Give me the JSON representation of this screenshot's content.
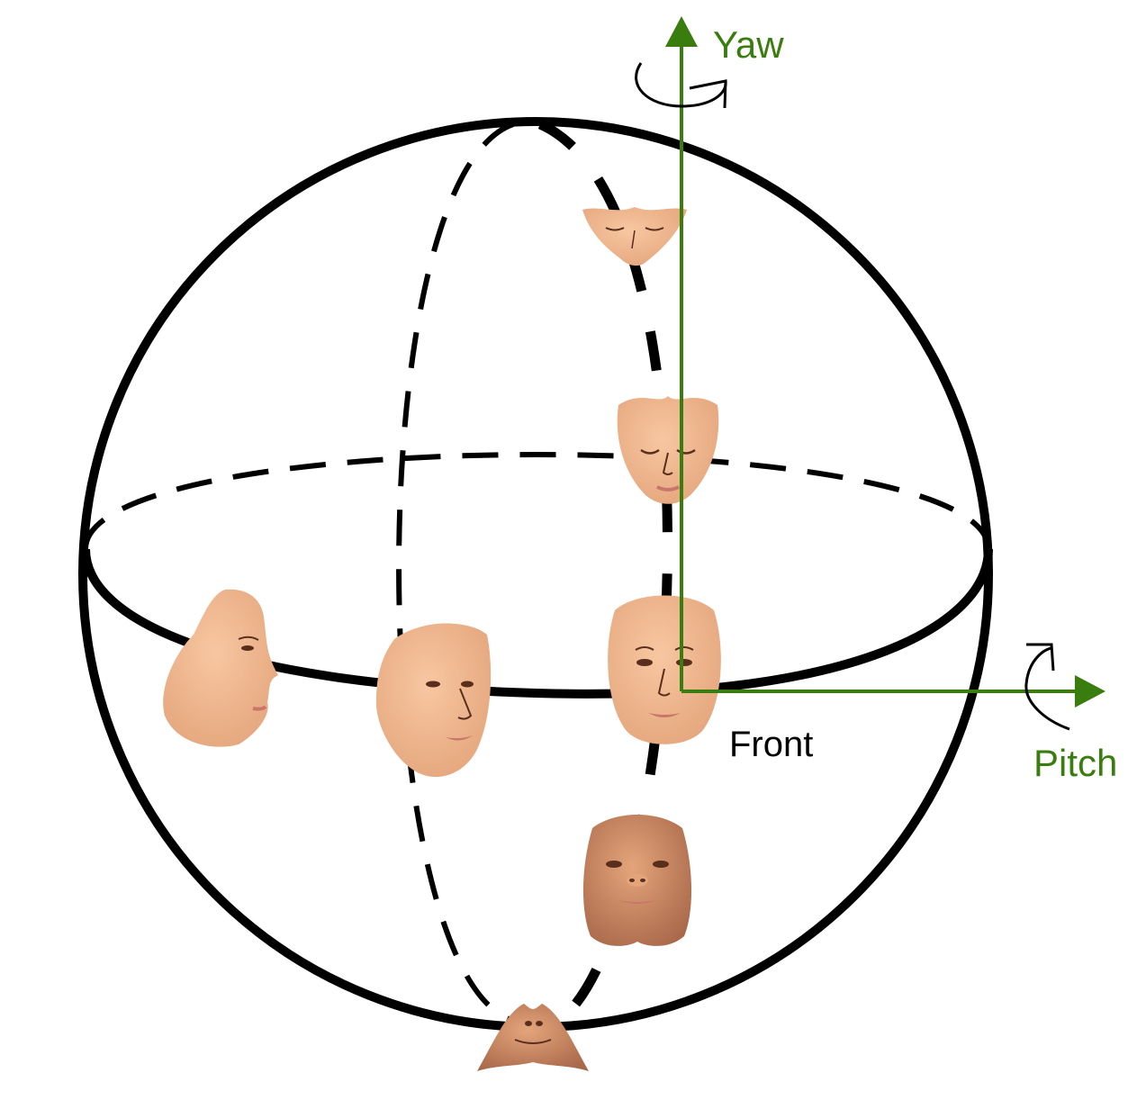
{
  "labels": {
    "yaw": "Yaw",
    "pitch": "Pitch",
    "front": "Front"
  },
  "colors": {
    "axis": "#3a7d0f",
    "outline": "#000000",
    "background": "#ffffff",
    "skin_light": "#f7c7a1",
    "skin_mid": "#e4a47b",
    "skin_dark": "#a8684a",
    "feature": "#5a2e1c",
    "lip": "#c8776a"
  },
  "faces": [
    {
      "name": "face-top-down-view",
      "view": "top"
    },
    {
      "name": "face-looking-down",
      "view": "down"
    },
    {
      "name": "face-front",
      "view": "front"
    },
    {
      "name": "face-looking-up",
      "view": "up"
    },
    {
      "name": "face-bottom-up-view",
      "view": "bottom"
    },
    {
      "name": "face-three-quarter-right",
      "view": "three-quarter"
    },
    {
      "name": "face-profile-right",
      "view": "profile"
    }
  ]
}
